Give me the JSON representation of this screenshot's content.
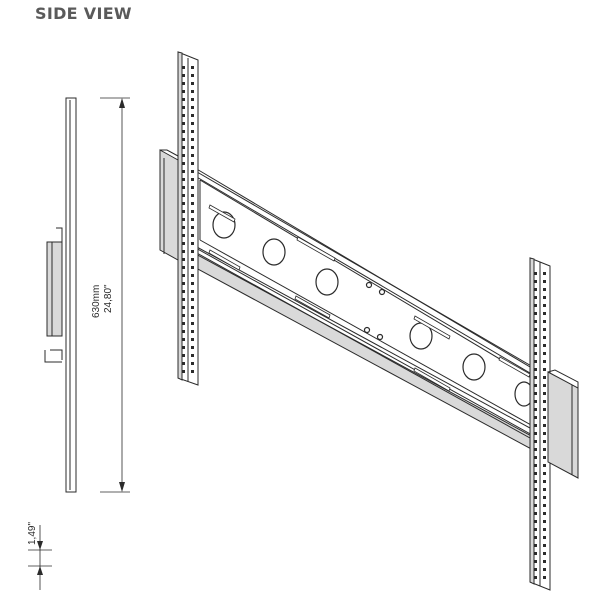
{
  "header": {
    "title": "SIDE VIEW"
  },
  "dimensions": {
    "height_mm": "630mm",
    "height_in": "24,80\"",
    "depth_in": "1,49\""
  },
  "colors": {
    "line": "#2b2b2b",
    "shade": "#d9d9d9",
    "title": "#5a5a5a"
  }
}
